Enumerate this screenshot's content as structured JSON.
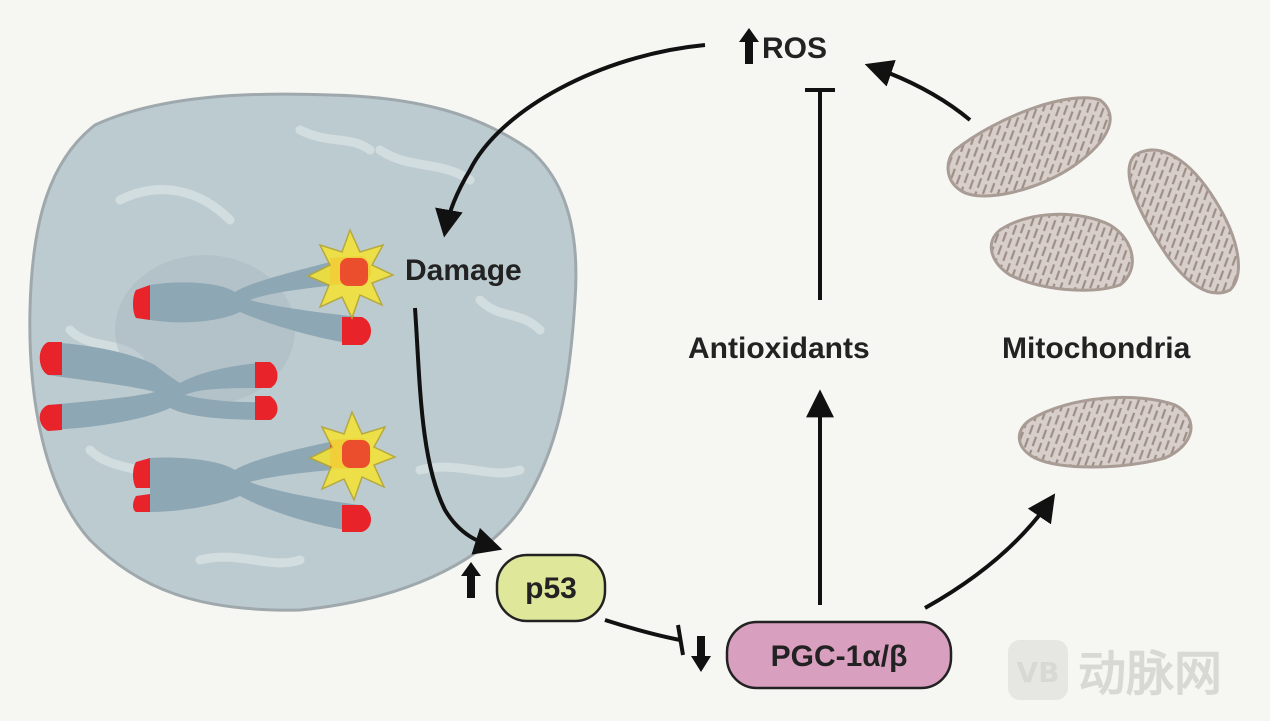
{
  "labels": {
    "ros": "ROS",
    "damage": "Damage",
    "antioxidants": "Antioxidants",
    "mitochondria": "Mitochondria",
    "p53": "p53",
    "pgc": "PGC-1α/β"
  },
  "watermark": {
    "logo": "VB",
    "text": "动脉网"
  },
  "colors": {
    "background": "#f6f6f2",
    "nucleus": "#bccbd0",
    "chromosome": "#8ea7b4",
    "telomere": "#e8232a",
    "damage_star": "#f2e23a",
    "p53_fill": "#dfe79a",
    "pgc_fill": "#d99fbf",
    "mitochondria": "#c9bcb6",
    "arrow": "#111111"
  }
}
